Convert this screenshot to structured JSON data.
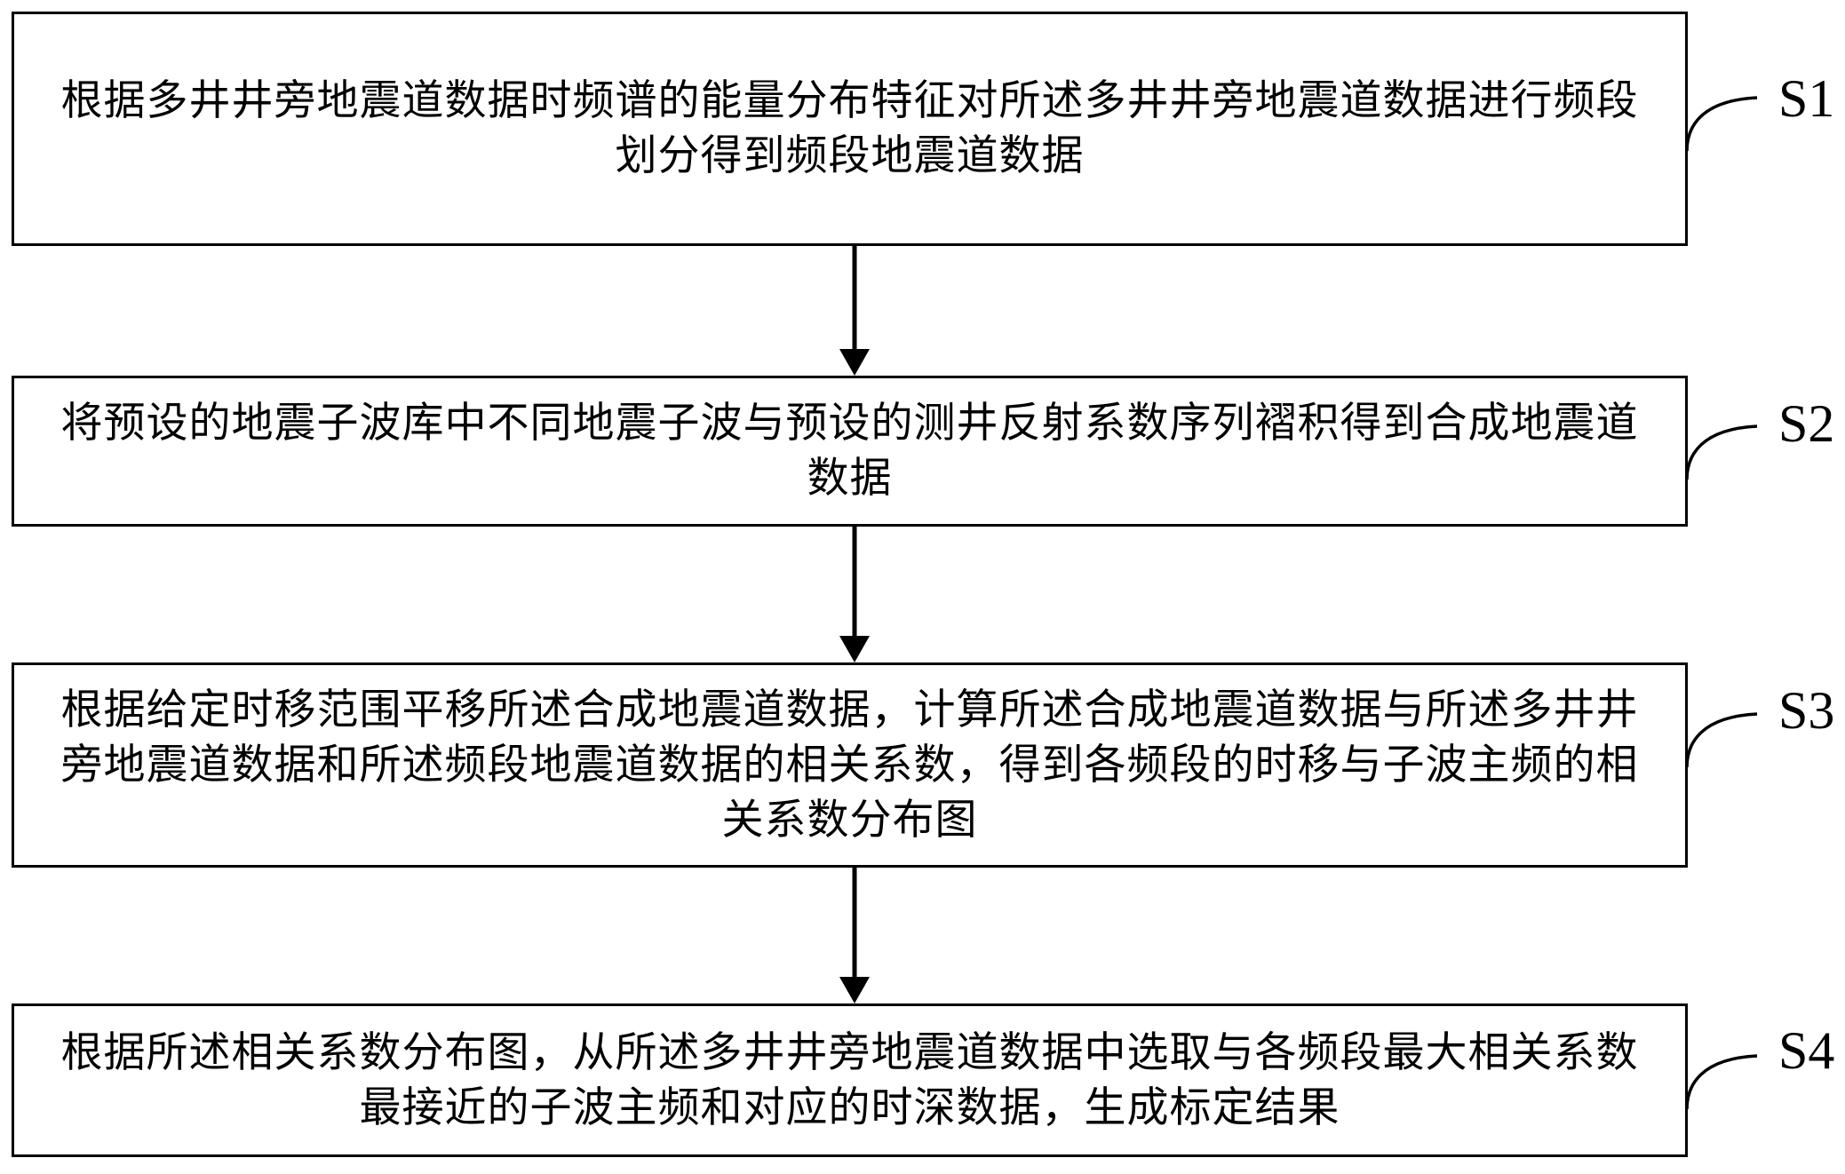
{
  "figure": {
    "type": "patent-flowchart",
    "background_color": "#ffffff",
    "line_color": "#000000",
    "icons": {
      "flow_connector": "down-arrow",
      "label_leader": "curved-leader-line"
    }
  },
  "steps": [
    {
      "label": "S1",
      "lines": [
        "根据多井井旁地震道数据时频谱的能量分布特征对所述多井井旁地震道数据进行频段",
        "划分得到频段地震道数据"
      ]
    },
    {
      "label": "S2",
      "lines": [
        "将预设的地震子波库中不同地震子波与预设的测井反射系数序列褶积得到合成地震道",
        "数据"
      ]
    },
    {
      "label": "S3",
      "lines": [
        "根据给定时移范围平移所述合成地震道数据，计算所述合成地震道数据与所述多井井",
        "旁地震道数据和所述频段地震道数据的相关系数，得到各频段的时移与子波主频的相",
        "关系数分布图"
      ]
    },
    {
      "label": "S4",
      "lines": [
        "根据所述相关系数分布图，从所述多井井旁地震道数据中选取与各频段最大相关系数",
        "最接近的子波主频和对应的时深数据，生成标定结果"
      ]
    }
  ]
}
